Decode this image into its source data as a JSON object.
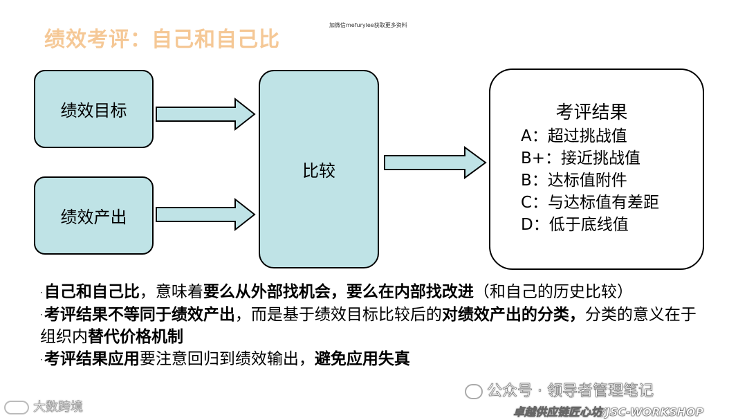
{
  "header": {
    "note": "加微信mefurylee获取更多资料",
    "title": "绩效考评：自己和自己比"
  },
  "diagram": {
    "goal_box": "绩效目标",
    "output_box": "绩效产出",
    "compare_box": "比较",
    "result_box": {
      "title": "考评结果",
      "items": [
        "A：超过挑战值",
        "B+：接近挑战值",
        "B：达标值附件",
        "C：与达标值有差距",
        "D：低于底线值"
      ]
    }
  },
  "bullets": [
    {
      "marker": "·",
      "parts": [
        {
          "text": "自己和自己比",
          "bold": true
        },
        {
          "text": "，意味着",
          "bold": false
        },
        {
          "text": "要么从外部找机会，要么在内部找改进",
          "bold": true
        },
        {
          "text": "（和自己的历史比较）",
          "bold": false
        }
      ]
    },
    {
      "marker": "·",
      "parts": [
        {
          "text": "考评结果不等同于绩效产出",
          "bold": true
        },
        {
          "text": "，而是基于绩效目标比较后的",
          "bold": false
        },
        {
          "text": "对绩效产出的分类，",
          "bold": true
        },
        {
          "text": "分类的意义在于组织内",
          "bold": false
        },
        {
          "text": "替代价格机制",
          "bold": true
        }
      ]
    },
    {
      "marker": "·",
      "parts": [
        {
          "text": "考评结果应用",
          "bold": true
        },
        {
          "text": "要注意回归到绩效输出，",
          "bold": false
        },
        {
          "text": "避免应用失真",
          "bold": true
        }
      ]
    }
  ],
  "watermarks": {
    "left": "大数跨境",
    "middle": "公众号 · 领导者管理笔记",
    "right": "卓越供应链匠心坊/JSC-WORKSHOP"
  },
  "colors": {
    "title": "#f5c896",
    "box_fill": "#bfe3e6",
    "arrow_fill": "#bfe3e6",
    "stroke": "#000000"
  }
}
